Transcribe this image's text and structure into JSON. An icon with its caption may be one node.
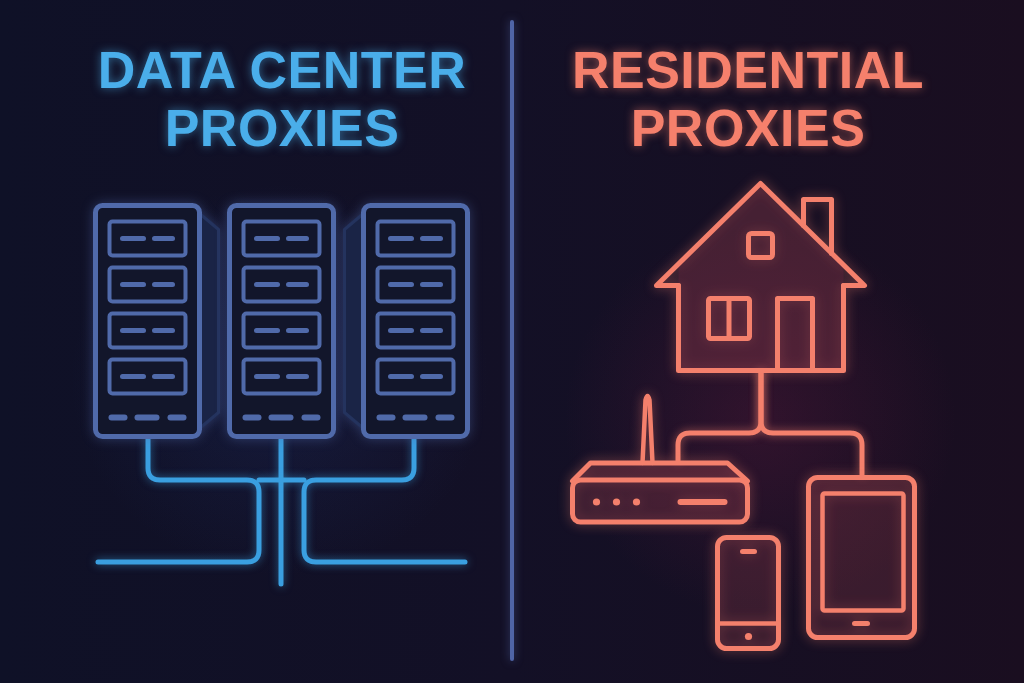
{
  "diagram": {
    "nodes": [
      {
        "text": [],
        "shape": "picture"
      },
      {
        "text": [],
        "shape": "picture"
      },
      {
        "text": [],
        "shape": "picture"
      },
      {
        "text": [],
        "shape": "picture"
      },
      {
        "text": [],
        "shape": "picture"
      },
      {
        "text": [],
        "shape": "picture"
      },
      {
        "text": [],
        "shape": "picture"
      }
    ],
    "edges": [
      {
        "from": 0,
        "to": null,
        "arrow": "none"
      },
      {
        "from": 1,
        "to": null,
        "arrow": "none"
      },
      {
        "from": 2,
        "to": null,
        "arrow": "none"
      },
      {
        "from": 3,
        "to": 4,
        "arrow": "none",
        "color": "#f4806c"
      },
      {
        "from": 3,
        "to": 5,
        "arrow": "none",
        "color": "#f4806c"
      }
    ],
    "labels": [
      "DATA CENTER PROXIES",
      "RESIDENTIAL PROXIES"
    ]
  }
}
